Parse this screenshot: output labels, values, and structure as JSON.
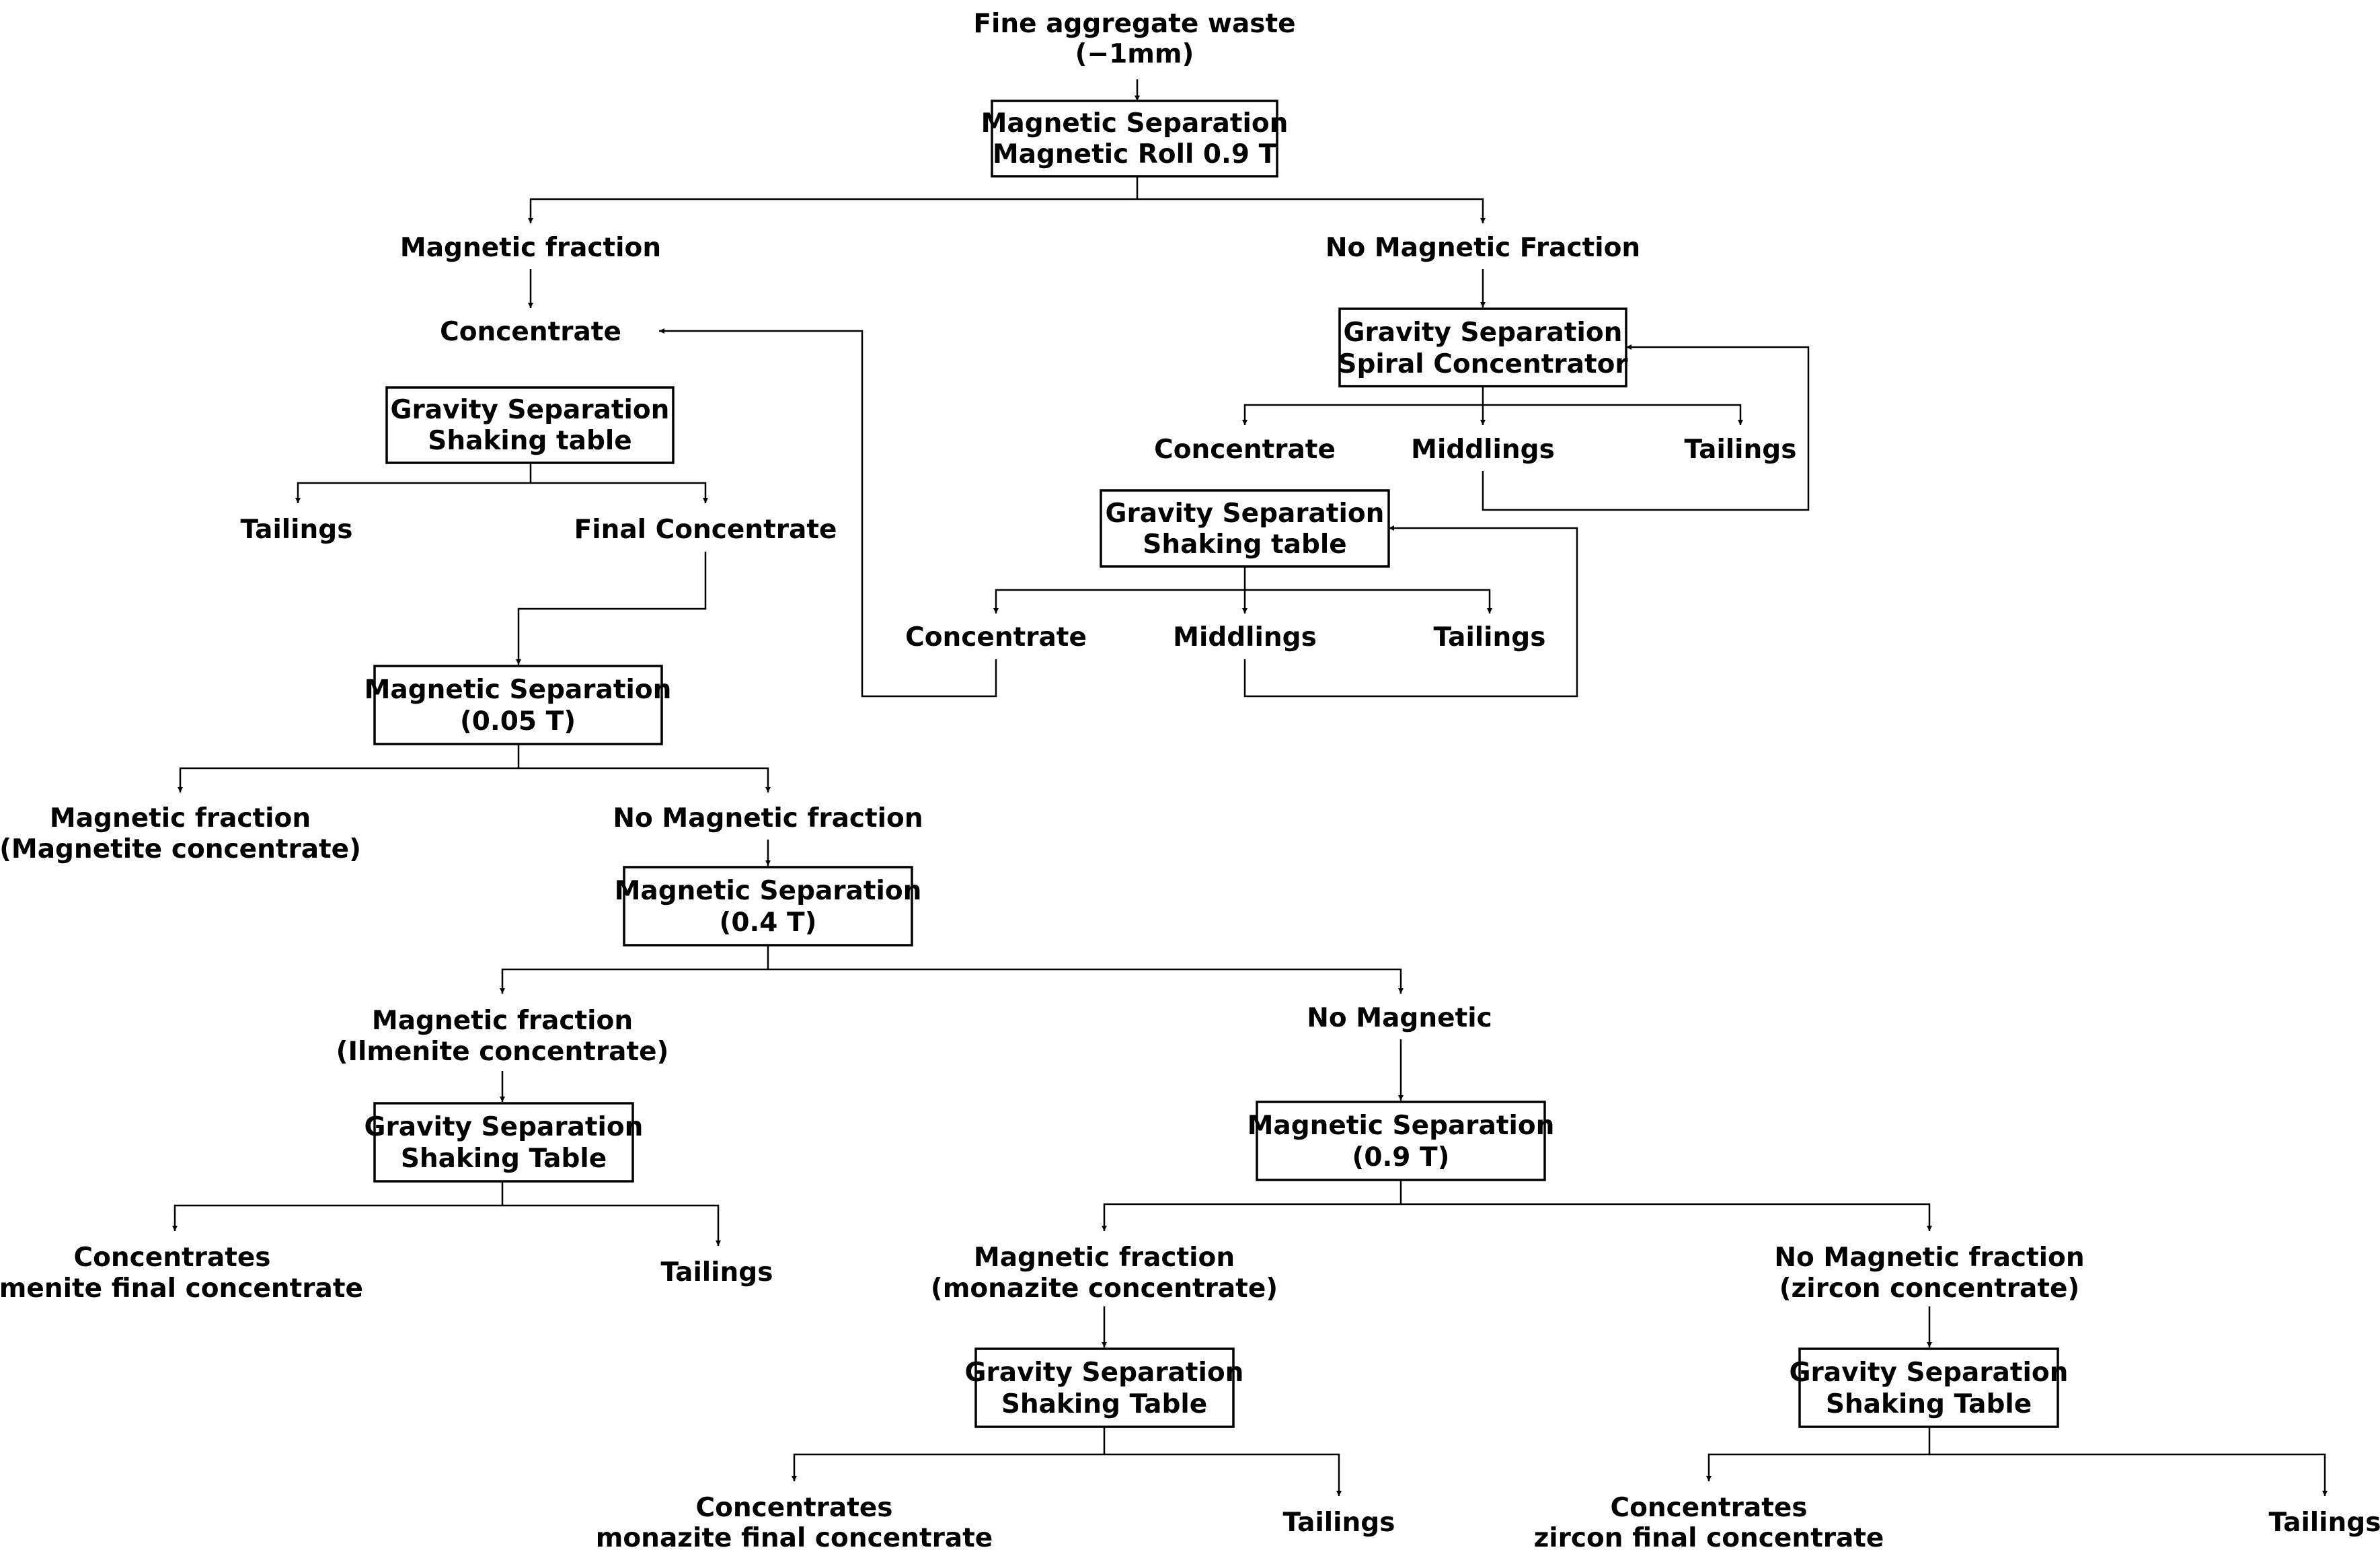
{
  "feed": {
    "line1": "Fine aggregate waste",
    "line2": "(−1mm)"
  },
  "boxes": {
    "mag_roll": {
      "line1": "Magnetic Separation",
      "line2": "Magnetic Roll 0.9 T"
    },
    "shaking_left": {
      "line1": "Gravity Separation",
      "line2": "Shaking table"
    },
    "spiral": {
      "line1": "Gravity Separation",
      "line2": "Spiral Concentrator"
    },
    "shaking_right": {
      "line1": "Gravity Separation",
      "line2": "Shaking table"
    },
    "mag_005": {
      "line1": "Magnetic Separation",
      "line2": "(0.05 T)"
    },
    "mag_04": {
      "line1": "Magnetic Separation",
      "line2": "(0.4 T)"
    },
    "shaking_ilmenite": {
      "line1": "Gravity Separation",
      "line2": "Shaking Table"
    },
    "mag_09": {
      "line1": "Magnetic Separation",
      "line2": "(0.9 T)"
    },
    "shaking_monazite": {
      "line1": "Gravity Separation",
      "line2": "Shaking Table"
    },
    "shaking_zircon": {
      "line1": "Gravity Separation",
      "line2": "Shaking Table"
    }
  },
  "labels": {
    "magnetic_fraction_top": "Magnetic fraction",
    "no_magnetic_fraction_top": "No Magnetic Fraction",
    "concentrate_left": "Concentrate",
    "tailings_left": "Tailings",
    "final_concentrate": "Final Concentrate",
    "spiral_concentrate": "Concentrate",
    "spiral_middlings": "Middlings",
    "spiral_tailings": "Tailings",
    "table_concentrate": "Concentrate",
    "table_middlings": "Middlings",
    "table_tailings": "Tailings",
    "magnetite": {
      "line1": "Magnetic fraction",
      "line2": "(Magnetite concentrate)"
    },
    "no_magnetic_fraction_005": "No Magnetic fraction",
    "ilmenite": {
      "line1": "Magnetic fraction",
      "line2": "(Ilmenite concentrate)"
    },
    "no_magnetic": "No Magnetic",
    "ilmenite_final": {
      "line1": "Concentrates",
      "line2": "ilmenite final concentrate"
    },
    "ilmenite_tailings": "Tailings",
    "monazite": {
      "line1": "Magnetic fraction",
      "line2": "(monazite concentrate)"
    },
    "zircon": {
      "line1": "No Magnetic fraction",
      "line2": "(zircon concentrate)"
    },
    "monazite_final": {
      "line1": "Concentrates",
      "line2": "monazite final concentrate"
    },
    "monazite_tailings": "Tailings",
    "zircon_final": {
      "line1": "Concentrates",
      "line2": "zircon final concentrate"
    },
    "zircon_tailings": "Tailings"
  }
}
